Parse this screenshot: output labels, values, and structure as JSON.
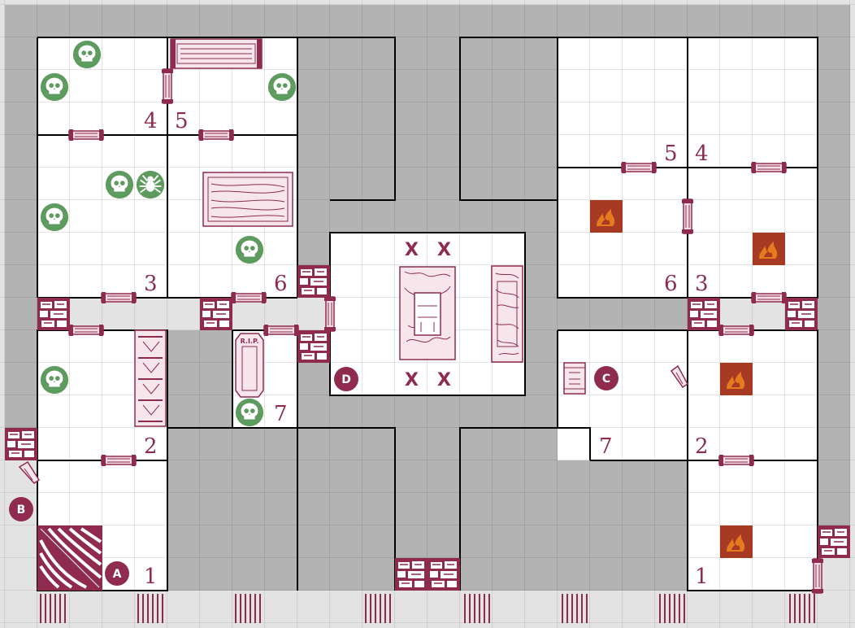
{
  "board": {
    "colors": {
      "corridor": "#b3b3b3",
      "outer_strip": "#e3e3e3",
      "room_floor": "#ffffff",
      "accent": "#8e2b4e",
      "monster": "#5d9b5f",
      "trap": "#e67a1e"
    },
    "markers": {
      "a": "A",
      "b": "B",
      "c": "C",
      "d": "D"
    },
    "room_numbers": {
      "left_4": "4",
      "left_5": "5",
      "left_3": "3",
      "left_6": "6",
      "left_2": "2",
      "left_7": "7",
      "left_1": "1",
      "right_5": "5",
      "right_4": "4",
      "right_6": "6",
      "right_3": "3",
      "right_7": "7",
      "right_2": "2",
      "right_1": "1"
    },
    "center_marks": {
      "x1": "X",
      "x2": "X",
      "x3": "X",
      "x4": "X"
    },
    "coffin_text": "R.I.P.",
    "icons": {
      "monster": "skull-monster-icon",
      "spider": "spider-monster-icon",
      "trap": "fire-trap-icon",
      "door": "door-icon",
      "rubble": "blocked-rubble-icon",
      "stairs": "stairs-icon"
    }
  }
}
